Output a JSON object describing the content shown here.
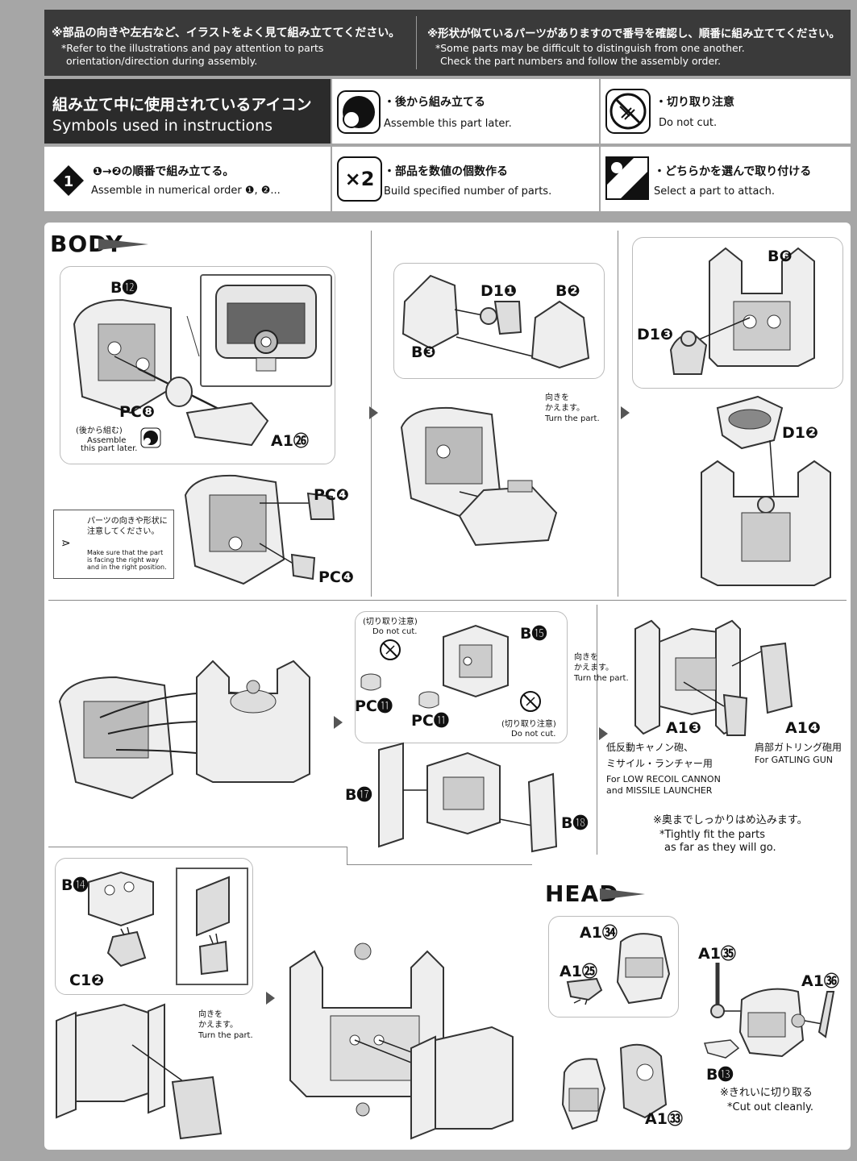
{
  "notices": {
    "left_jp": "※部品の向きや左右など、イラストをよく見て組み立ててください。",
    "left_en1": "*Refer to the illustrations and pay attention to parts",
    "left_en2": "orientation/direction during assembly.",
    "right_jp": "※形状が似ているパーツがありますので番号を確認し、順番に組み立ててください。",
    "right_en1": "*Some parts may be difficult to distinguish from one another.",
    "right_en2": "Check the part numbers and follow the assembly order."
  },
  "legend": {
    "title_jp": "組み立て中に使用されているアイコン",
    "title_en": "Symbols used in instructions",
    "later_jp": "・後から組み立てる",
    "later_en": "Assemble this part later.",
    "nocut_jp": "・切り取り注意",
    "nocut_en": "Do not cut.",
    "order_badge": "1",
    "order_jp": "❶→❷の順番で組み立てる。",
    "order_en": "Assemble in numerical order ❶, ❷...",
    "multi_badge": "×2",
    "multi_jp": "・部品を数値の個数作る",
    "multi_en": "Build specified number of parts.",
    "select_jp": "・どちらかを選んで取り付ける",
    "select_en": "Select a part to attach."
  },
  "body": {
    "title": "BODY",
    "step1": {
      "b12": "B⓬",
      "pc8": "PC❽",
      "a1_26": "A1㉖",
      "later_jp": "(後から組む)",
      "later_en1": "Assemble",
      "later_en2": "this part later.",
      "pc4a": "PC❹",
      "pc4b": "PC❹",
      "warn_jp1": "パーツの向きや形状に",
      "warn_jp2": "注意してください。",
      "warn_en1": "Make sure that the part",
      "warn_en2": "is facing the right way",
      "warn_en3": "and in the right position."
    },
    "step2": {
      "d1_1": "D1❶",
      "b2": "B❷",
      "b3": "B❸",
      "turn_jp1": "向きを",
      "turn_jp2": "かえます。",
      "turn_en": "Turn the part."
    },
    "step3": {
      "b6": "B❻",
      "d1_3": "D1❸",
      "d1_2": "D1❷"
    },
    "step5": {
      "nocut1_jp": "(切り取り注意)",
      "nocut1_en": "Do not cut.",
      "b15": "B⓯",
      "pc11a": "PC⓫",
      "pc11b": "PC⓫",
      "nocut2_jp": "(切り取り注意)",
      "nocut2_en": "Do not cut.",
      "b17": "B⓱",
      "b18": "B⓲"
    },
    "step6": {
      "turn_jp1": "向きを",
      "turn_jp2": "かえます。",
      "turn_en": "Turn the part.",
      "a1_3": "A1❸",
      "a1_4": "A1❹",
      "left_jp1": "低反動キャノン砲、",
      "left_jp2": "ミサイル・ランチャー用",
      "left_en1": "For LOW RECOIL CANNON",
      "left_en2": "and MISSILE LAUNCHER",
      "right_jp": "肩部ガトリング砲用",
      "right_en": "For GATLING GUN",
      "tight_jp": "※奥までしっかりはめ込みます。",
      "tight_en1": "*Tightly fit the parts",
      "tight_en2": "as far as they will go."
    },
    "step7": {
      "b14": "B⓮",
      "c1_2": "C1❷",
      "turn_jp1": "向きを",
      "turn_jp2": "かえます。",
      "turn_en": "Turn the part."
    }
  },
  "head": {
    "title": "HEAD",
    "a1_34": "A1㉞",
    "a1_25": "A1㉕",
    "a1_33": "A1㉝",
    "a1_35": "A1㉟",
    "a1_36": "A1㊱",
    "b13": "B⓭",
    "cut_jp": "※きれいに切り取る",
    "cut_en": "*Cut out cleanly."
  }
}
